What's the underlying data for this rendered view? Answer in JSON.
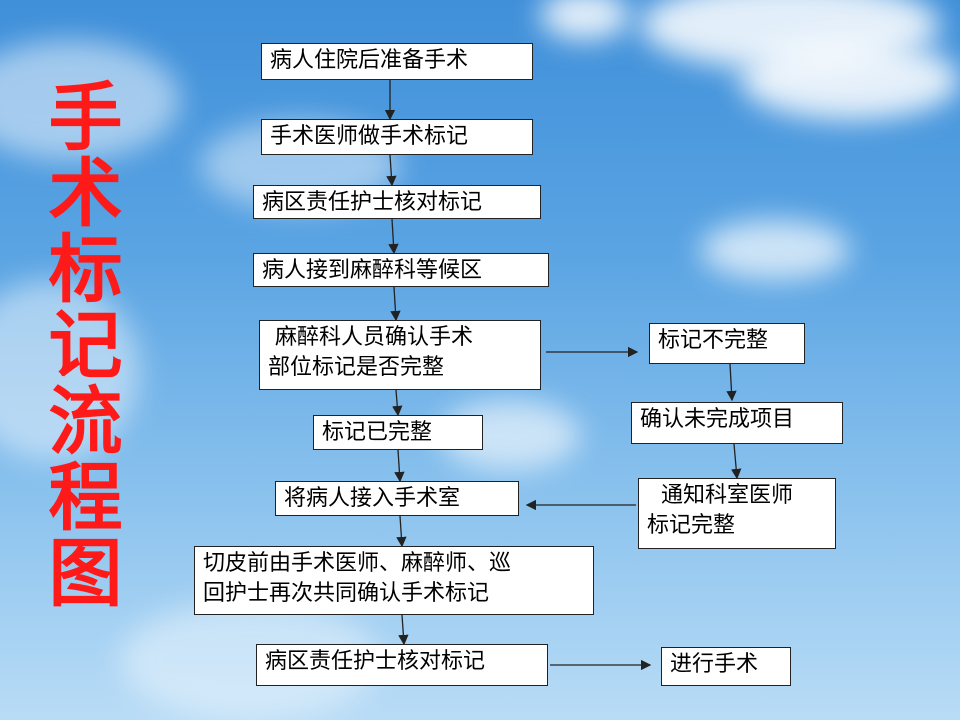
{
  "title": "手术标记流程图",
  "boxes": {
    "b1": "病人住院后准备手术",
    "b2": "手术医师做手术标记",
    "b3": "病区责任护士核对标记",
    "b4": "病人接到麻醉科等候区",
    "b5": " 麻醉科人员确认手术\n部位标记是否完整",
    "b6": "标记已完整",
    "b7": "将病人接入手术室",
    "b8": "切皮前由手术医师、麻醉师、巡\n回护士再次共同确认手术标记",
    "b9": "病区责任护士核对标记",
    "r1": "标记不完整",
    "r2": "确认未完成项目",
    "r3": "  通知科室医师\n标记完整",
    "r4": "进行手术"
  },
  "colors": {
    "title": "#ff1a1a",
    "sky": "#4a97dd"
  }
}
